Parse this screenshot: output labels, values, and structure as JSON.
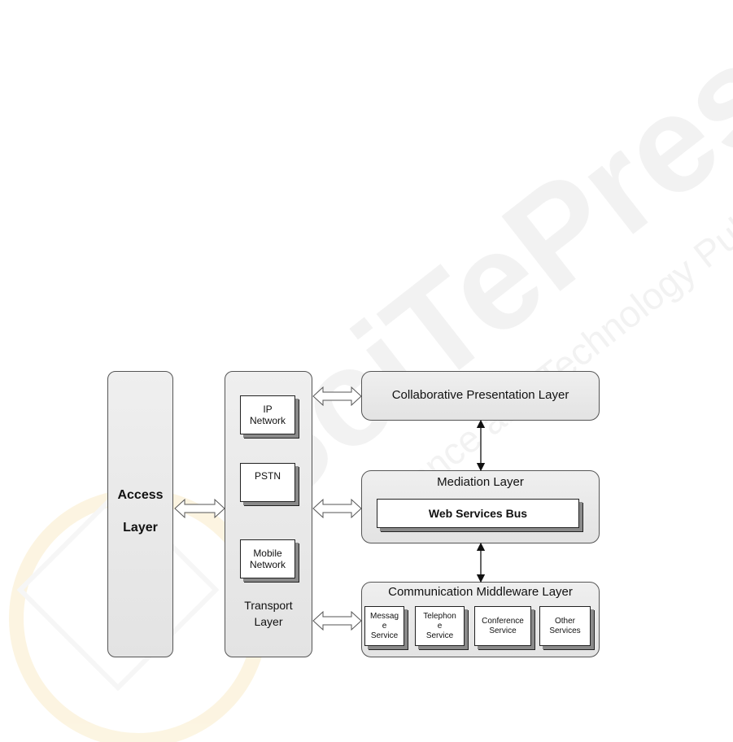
{
  "access_layer": {
    "line1": "Access",
    "line2": "Layer"
  },
  "transport_layer": {
    "label_line1": "Transport",
    "label_line2": "Layer",
    "items": [
      {
        "line1": "IP",
        "line2": "Network"
      },
      {
        "line1": "PSTN",
        "line2": ""
      },
      {
        "line1": "Mobile",
        "line2": "Network"
      }
    ]
  },
  "presentation_layer": {
    "label": "Collaborative Presentation Layer"
  },
  "mediation_layer": {
    "label": "Mediation Layer",
    "bus_label": "Web Services Bus"
  },
  "middleware_layer": {
    "label": "Communication Middleware Layer",
    "services": [
      {
        "line1": "Messag",
        "line2": "e",
        "line3": "Service"
      },
      {
        "line1": "Telephon",
        "line2": "e",
        "line3": "Service"
      },
      {
        "line1": "Conference",
        "line2": "Service",
        "line3": ""
      },
      {
        "line1": "Other",
        "line2": "Services",
        "line3": ""
      }
    ]
  },
  "watermark": "SciTePress Science and Technology Publications"
}
